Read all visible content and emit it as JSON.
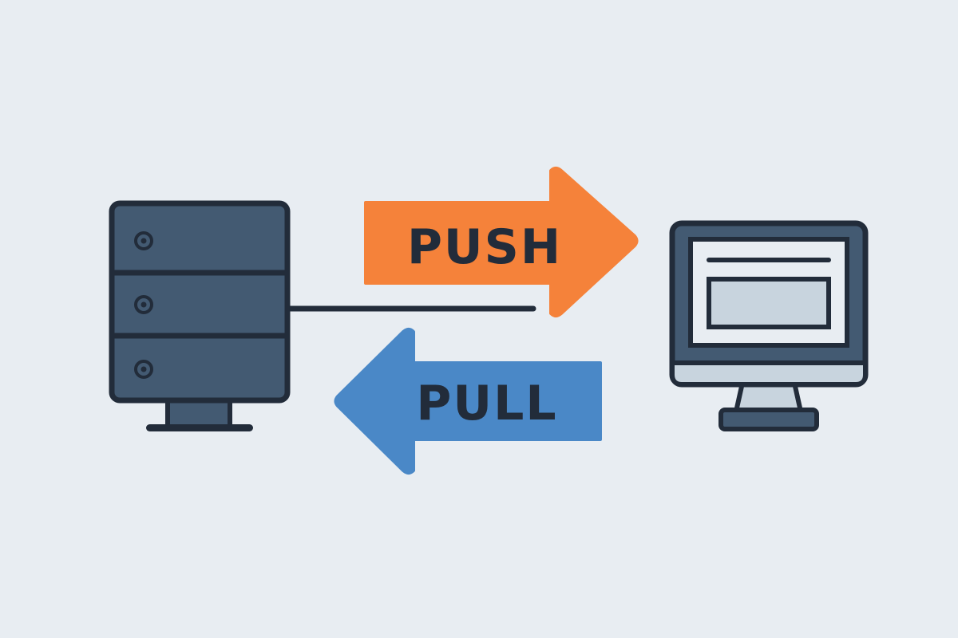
{
  "diagram": {
    "background_color": "#e8edf2",
    "outline_color": "#222c3a",
    "nodes": {
      "server": {
        "icon": "server-icon",
        "color": "#435a72"
      },
      "client": {
        "icon": "desktop-monitor-icon",
        "color": "#435a72",
        "screen_color": "#c8d4de"
      }
    },
    "arrows": {
      "push": {
        "label": "PUSH",
        "direction": "server-to-client",
        "color": "#f5823a"
      },
      "pull": {
        "label": "PULL",
        "direction": "client-to-server",
        "color": "#4a88c7"
      }
    }
  }
}
